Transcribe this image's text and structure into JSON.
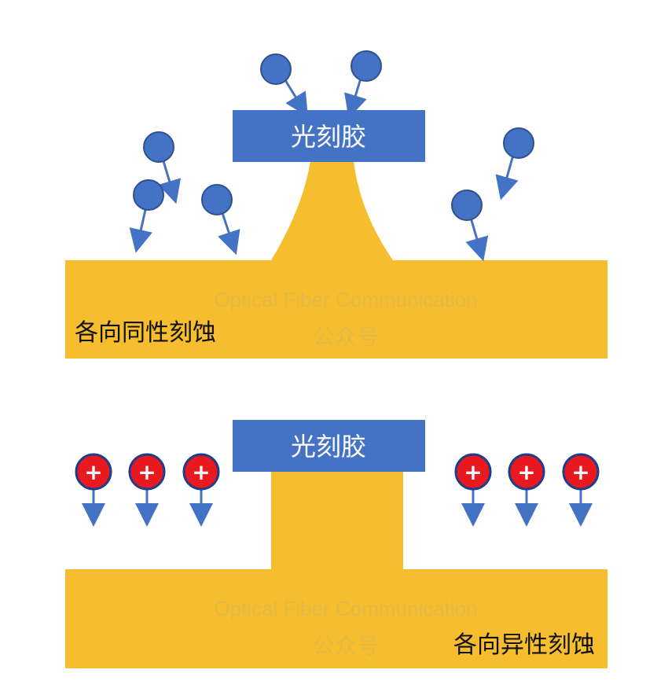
{
  "top_panel": {
    "resist_label": "光刻胶",
    "etch_label": "各向同性刻蚀",
    "watermark_en": "Optical Fiber Communication",
    "watermark_cn": "公众号",
    "particle_type": "neutral-radical"
  },
  "bottom_panel": {
    "resist_label": "光刻胶",
    "etch_label": "各向异性刻蚀",
    "watermark_en": "Optical Fiber Communication",
    "watermark_cn": "公众号",
    "particle_type": "positive-ion",
    "ion_symbol": "+"
  },
  "colors": {
    "substrate": "#f6bd2e",
    "resist": "#4472c4",
    "radical": "#4472c4",
    "ion": "#e8191f"
  }
}
